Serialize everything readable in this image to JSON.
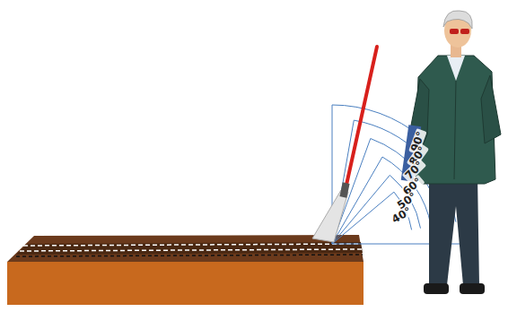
{
  "diagram": {
    "labels": [
      "90°",
      "80°",
      "70°",
      "60°",
      "50°",
      "40°"
    ]
  }
}
